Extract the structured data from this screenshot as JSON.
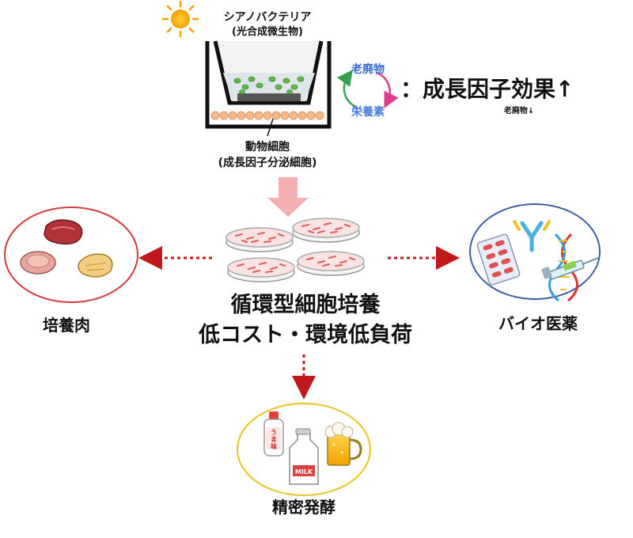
{
  "top": {
    "cyano_label": "シアノバクテリア",
    "cyano_sub": "(光合成微生物)",
    "animal_label": "動物細胞",
    "animal_sub": "(成長因子分泌細胞)",
    "waste": "老廃物",
    "nutrients": "栄養素",
    "effect": "：成長因子効果↑",
    "waste_down": "老廃物↓"
  },
  "center": {
    "line1": "循環型細胞培養",
    "line2": "低コスト・環境低負荷"
  },
  "outputs": {
    "left": "培養肉",
    "right": "バイオ医薬",
    "bottom": "精密発酵"
  },
  "icons": {
    "bottle_text": "うま味",
    "milk_text": "MILK"
  },
  "colors": {
    "arrow_red": "#c0181b",
    "ellipse_left": "#d23b3b",
    "ellipse_right": "#3e5f9e",
    "ellipse_bottom": "#e6c520",
    "cycle_blue": "#2c64c8",
    "cycle_pink": "#e03c8c",
    "cycle_green": "#3aa050",
    "waste_blue": "#3a6fd0",
    "nutrient_blue": "#4a7fe0"
  }
}
